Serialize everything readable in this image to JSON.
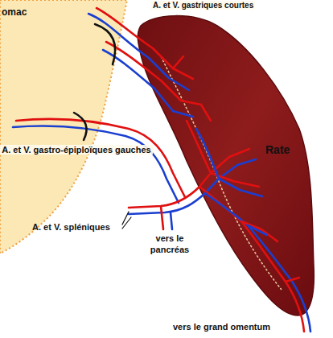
{
  "diagram": {
    "labels": [
      "omac",
      "A. et V. gastriques courtes",
      "A. et V. gastro-épiploïques gauches",
      "A. et V. spléniques",
      "vers le pancréas",
      "Rate",
      "vers le grand omentum"
    ]
  }
}
